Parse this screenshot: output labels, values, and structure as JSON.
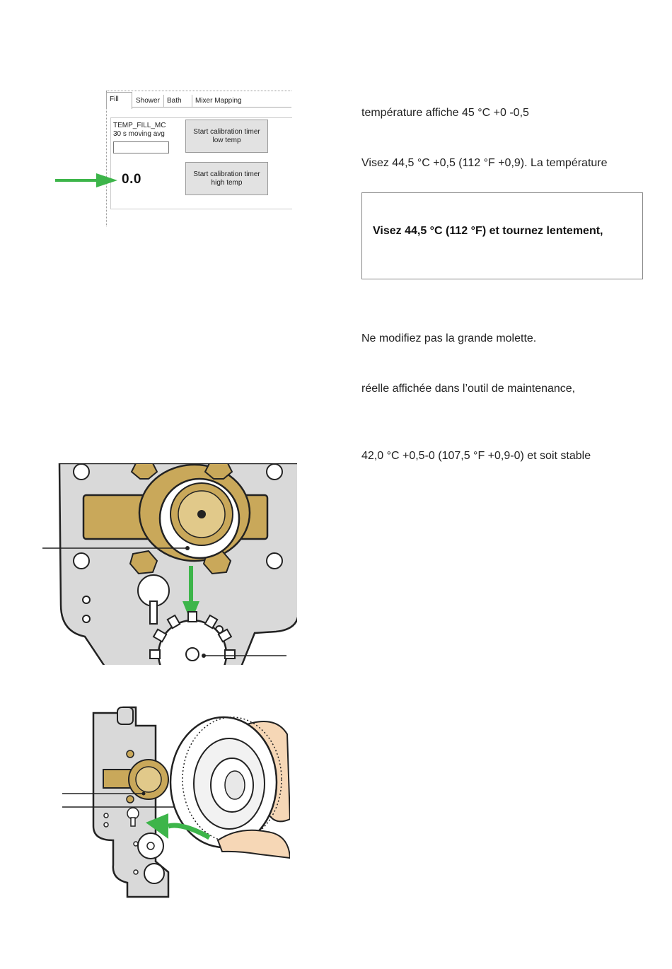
{
  "screenshot": {
    "tabs": [
      "Fill",
      "Shower",
      "Bath",
      "Mixer Mapping"
    ],
    "variable_name": "TEMP_FILL_MC",
    "variable_sub": "30 s moving avg",
    "input_value": "",
    "displayed_value": "0.0",
    "buttons": {
      "low": [
        "Start calibration timer",
        "low temp"
      ],
      "high": [
        "Start calibration timer",
        "high temp"
      ]
    }
  },
  "text": {
    "line1": "température affiche 45 °C +0 -0,5",
    "line2": "Visez 44,5 °C +0,5 (112 °F +0,9). La température",
    "note": "Visez 44,5 °C (112 °F) et tournez lentement,",
    "line3": "Ne modifiez pas la grande molette.",
    "line4": "réelle affichée dans l’outil de maintenance,",
    "line5": "42,0 °C +0,5-0 (107,5 °F +0,9-0) et soit stable"
  },
  "figures": {
    "valve_plate_top": "valve-plate-illustration",
    "valve_plate_bottom": "large-wheel-rotation-illustration"
  },
  "colors": {
    "arrow_green": "#3db54a",
    "brass": "#c9a85a",
    "plate_gray": "#d7d7d7"
  }
}
